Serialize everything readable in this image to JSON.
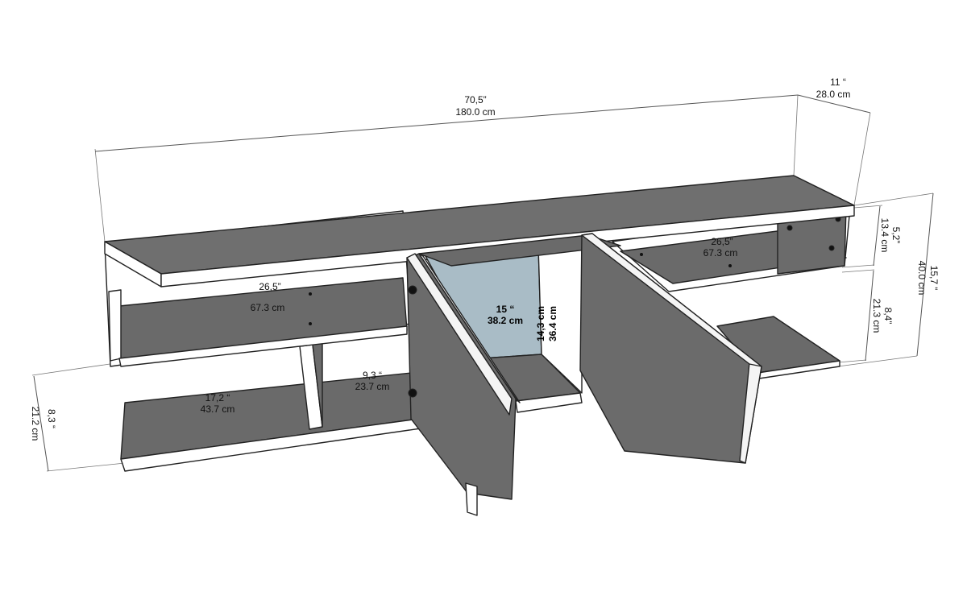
{
  "dimensions": {
    "width": {
      "in": "70,5”",
      "cm": "180.0 cm"
    },
    "depth": {
      "in": "11 “",
      "cm": "28.0 cm"
    },
    "height": {
      "in": "15,7 “",
      "cm": "40.0 cm"
    },
    "right_upper": {
      "in": "5,2”",
      "cm": "13.4 cm"
    },
    "right_lower": {
      "in": "8,4”",
      "cm": "21.3 cm"
    },
    "left_lower": {
      "in": "8,3 “",
      "cm": "21.2 cm"
    },
    "shelf_upper_left": {
      "in": "26,5”",
      "cm": "67.3 cm"
    },
    "shelf_upper_right": {
      "in": "26,5”",
      "cm": "67.3 cm"
    },
    "shelf_lower_left": {
      "in": "17,2 “",
      "cm": "43.7 cm"
    },
    "shelf_lower_mid": {
      "in": "9,3 “",
      "cm": "23.7 cm"
    },
    "cabinet_width": {
      "in": "15 “",
      "cm": "38.2 cm"
    },
    "cabinet_height": {
      "in": "14,3 cm",
      "cm": "36.4 cm"
    }
  },
  "colors": {
    "panel_grey": "#6b6b6b",
    "glass_blue": "#a9bcc6",
    "background": "#ffffff"
  }
}
